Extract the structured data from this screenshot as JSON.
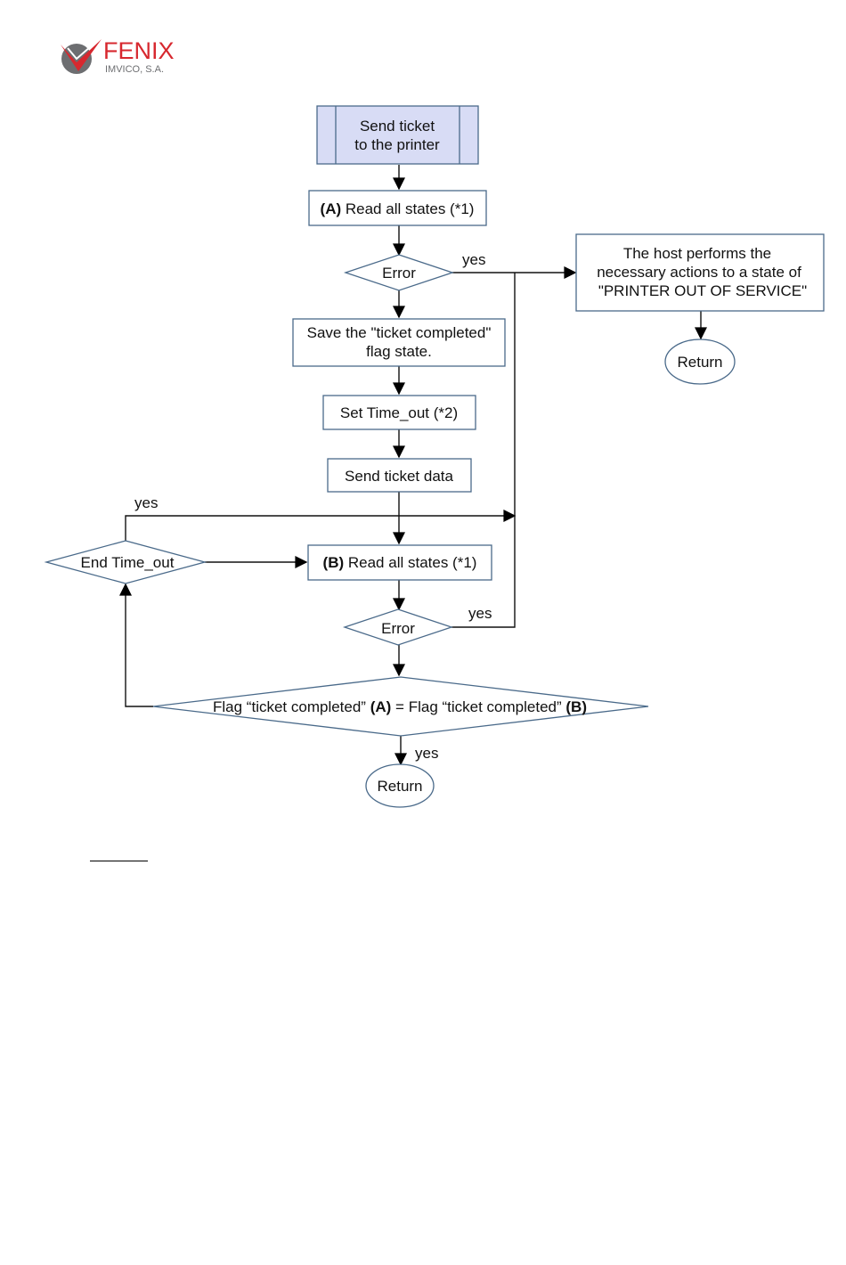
{
  "logo": {
    "brand": "FENIX",
    "sub": "IMVICO, S.A.",
    "brand_color": "#d7282f",
    "mark_gray": "#6d6e71"
  },
  "flow": {
    "start": {
      "line1": "Send ticket",
      "line2": "to the printer"
    },
    "read_a": {
      "tag": "(A)",
      "text": "Read all states (*1)"
    },
    "error1": "Error",
    "yes1": "yes",
    "host": {
      "line1": "The host performs the",
      "line2": "necessary actions to a state of",
      "line3": "\"PRINTER OUT OF SERVICE\""
    },
    "return_right": "Return",
    "save": {
      "line1": "Save the \"ticket completed\"",
      "line2": "flag state."
    },
    "set_timeout": "Set Time_out (*2)",
    "send_data": "Send ticket data",
    "yes_timeout": "yes",
    "end_timeout": "End Time_out",
    "read_b": {
      "tag": "(B)",
      "text": "Read all states (*1)"
    },
    "error2": "Error",
    "yes2": "yes",
    "flag_compare": {
      "p1": "Flag “ticket completed” ",
      "a": "(A)",
      "p2": " = Flag “ticket completed” ",
      "b": "(B)"
    },
    "yes3": "yes",
    "return_bottom": "Return"
  },
  "colors": {
    "start_fill": "#d8dcf5",
    "shape_stroke": "#4a6a8a"
  }
}
